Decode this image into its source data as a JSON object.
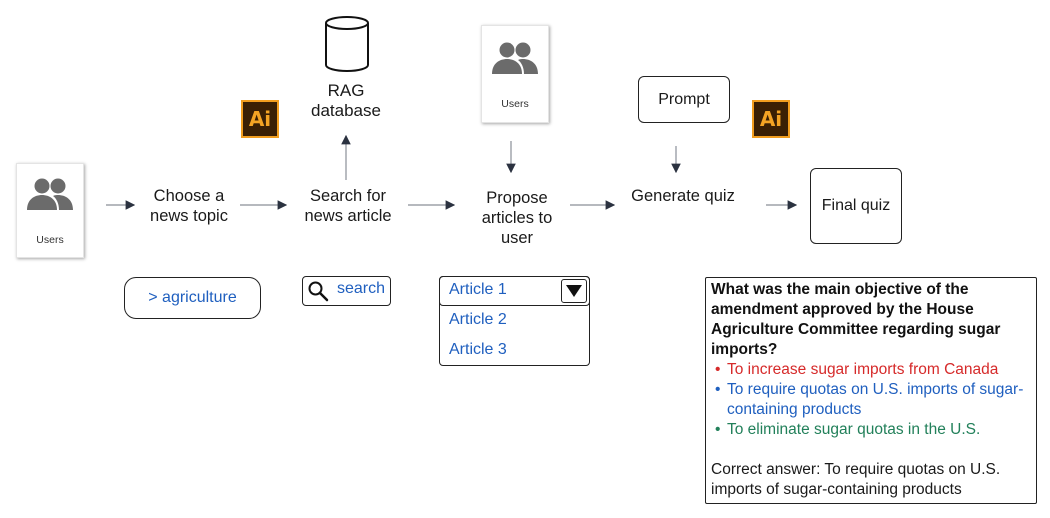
{
  "users_left": {
    "label": "Users",
    "icon": "users-icon"
  },
  "users_top": {
    "label": "Users",
    "icon": "users-icon"
  },
  "steps": {
    "choose_topic": "Choose a\nnews topic",
    "search_article": "Search for\nnews article",
    "propose_articles": "Propose\narticles to\nuser",
    "generate_quiz": "Generate quiz",
    "final_quiz": "Final quiz",
    "prompt": "Prompt"
  },
  "database": {
    "label": "RAG\ndatabase",
    "icon": "database-cylinder-icon"
  },
  "ai_badge": {
    "text": "Ai",
    "icon": "adobe-illustrator-icon",
    "bg": "#3a1f04",
    "fg": "#f4a324"
  },
  "topic_input": {
    "value": "> agriculture"
  },
  "search_box": {
    "label": "search",
    "icon": "search-icon"
  },
  "articles_dropdown": {
    "options": [
      "Article 1",
      "Article 2",
      "Article 3"
    ],
    "icon": "dropdown-triangle-icon"
  },
  "quiz": {
    "question": "What was the main objective of the amendment approved by the House Agriculture Committee regarding sugar imports?",
    "options": [
      {
        "text": "To increase sugar imports from Canada",
        "color": "#d62a2a"
      },
      {
        "text": "To require quotas on U.S. imports of sugar-containing products",
        "color": "#1f5fbf"
      },
      {
        "text": "To eliminate sugar quotas in the U.S.",
        "color": "#22805a"
      }
    ],
    "answer": "Correct answer: To require quotas on U.S. imports of sugar-containing products"
  },
  "colors": {
    "link_blue": "#1f5fbf",
    "arrow": "#555b66"
  }
}
